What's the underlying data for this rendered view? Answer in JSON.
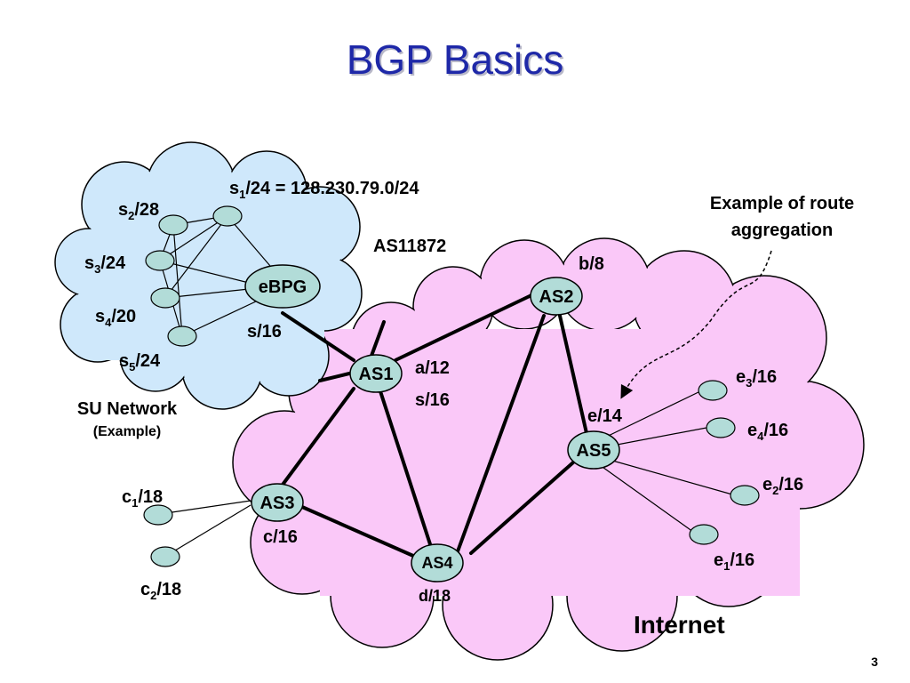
{
  "slide": {
    "title": "BGP Basics",
    "page_number": "3"
  },
  "colors": {
    "su_cloud": "#cfe8fb",
    "internet_cloud": "#fac8f8",
    "node_fill": "#b2dcd8",
    "title": "#1e28a8"
  },
  "diagram": {
    "nodes": {
      "ebpg": "eBPG",
      "as1": "AS1",
      "as2": "AS2",
      "as3": "AS3",
      "as4": "AS4",
      "as5": "AS5"
    },
    "labels": {
      "s1_prefix": "s",
      "s1_sub": "1",
      "s1_rest": "/24 = 128.230.79.0/24",
      "s2_prefix": "s",
      "s2_sub": "2",
      "s2_rest": "/28",
      "s3_prefix": "s",
      "s3_sub": "3",
      "s3_rest": "/24",
      "s4_prefix": "s",
      "s4_sub": "4",
      "s4_rest": "/20",
      "s5_prefix": "s",
      "s5_sub": "5",
      "s5_rest": "/24",
      "as11872": "AS11872",
      "s16_su": "s/16",
      "su_network": "SU Network",
      "su_example": "(Example)",
      "a12": "a/12",
      "s16_as1": "s/16",
      "b8": "b/8",
      "e14": "e/14",
      "e3_prefix": "e",
      "e3_sub": "3",
      "e3_rest": "/16",
      "e4_prefix": "e",
      "e4_sub": "4",
      "e4_rest": "/16",
      "e2_prefix": "e",
      "e2_sub": "2",
      "e2_rest": "/16",
      "e1_prefix": "e",
      "e1_sub": "1",
      "e1_rest": "/16",
      "c1_prefix": "c",
      "c1_sub": "1",
      "c1_rest": "/18",
      "c2_prefix": "c",
      "c2_sub": "2",
      "c2_rest": "/18",
      "c16": "c/16",
      "d18": "d/18",
      "internet": "Internet",
      "aggregation_line1": "Example of route",
      "aggregation_line2": "aggregation"
    }
  }
}
